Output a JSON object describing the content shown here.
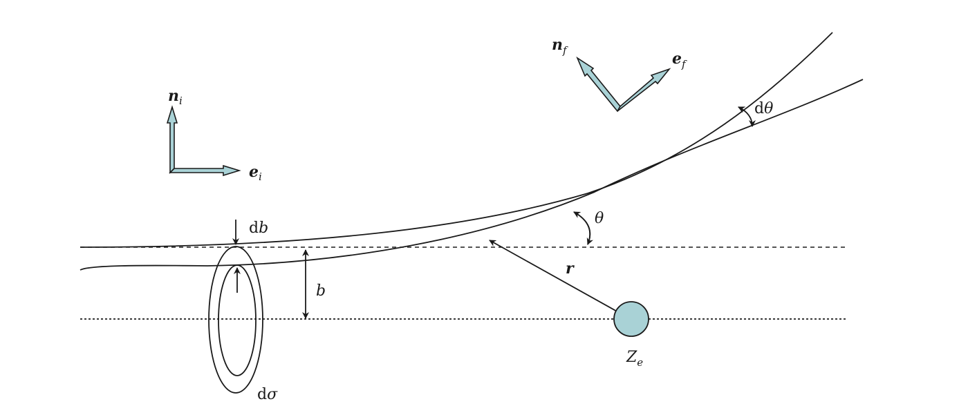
{
  "colors": {
    "stroke": "#1a1a1a",
    "arrow_fill": "#a9d2d6",
    "nucleus_fill": "#a9d2d6"
  },
  "labels": {
    "n_i": {
      "base": "n",
      "sub": "i"
    },
    "e_i": {
      "base": "e",
      "sub": "i"
    },
    "n_f": {
      "base": "n",
      "sub": "f"
    },
    "e_f": {
      "base": "e",
      "sub": "f"
    },
    "d_theta": {
      "prefix": "d",
      "sym": "θ"
    },
    "theta": "θ",
    "db": {
      "prefix": "d",
      "sym": "b"
    },
    "b": "b",
    "r": "r",
    "Z_e": {
      "base": "Z",
      "sub": "e"
    },
    "d_sigma": {
      "prefix": "d",
      "sym": "σ"
    }
  }
}
